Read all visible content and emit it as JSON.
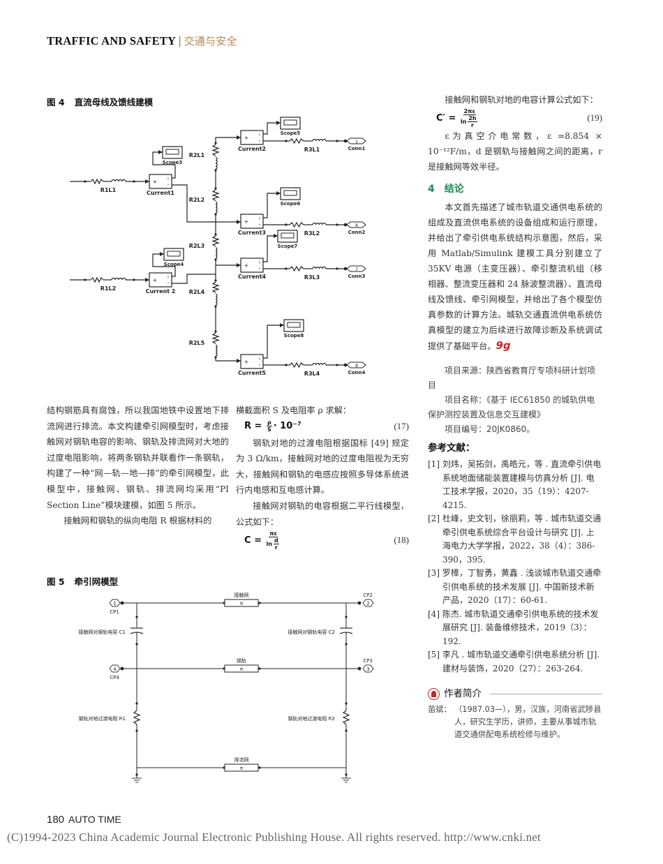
{
  "header": {
    "journal_en": "TRAFFIC AND SAFETY",
    "separator": "|",
    "journal_cn": "交通与安全"
  },
  "figure4": {
    "number": "图 4",
    "title": "直流母线及馈线建模",
    "labels": {
      "r1l1": "R1L1",
      "r1l2": "R1L2",
      "current1": "Current1",
      "current2": "Current2",
      "current3": "Current3",
      "current4": "Current4",
      "current5": "Current5",
      "current_2": "Current 2",
      "scope3": "Scope3",
      "scope4": "Scope4",
      "scope5": "Scope5",
      "scope6": "Scope6",
      "scope7": "Scope7",
      "scope8": "Scope8",
      "r2l1": "R2L1",
      "r2l2": "R2L2",
      "r2l3": "R2L3",
      "r2l4": "R2L4",
      "r2l5": "R2L5",
      "r3l1": "R3L1",
      "r3l2": "R3L2",
      "r3l3": "R3L3",
      "r3l4": "R3L4",
      "conn1": "Conn1",
      "conn2": "Conn2",
      "conn3": "Conn3",
      "conn4": "Conn4",
      "port1": "1",
      "port6": "6",
      "port7": "7",
      "port8": "8",
      "plus": "+",
      "minus": "-",
      "i": "i"
    }
  },
  "left_col": {
    "p1": "结构钢筋具有腐蚀，所以我国地铁中设置地下排流网进行排流。本文构建牵引网模型时，考虑接触网对钢轨电容的影响、钢轨及排流网对大地的过度电阻影响，将两条钢轨并联看作一条钢轨，构建了一种“网—轨—地—排”的牵引网模型，此模型中，接触网、钢轨、排流网均采用“PI Section Line”模块建模，如图 5 所示。",
    "p2": "接触网和钢轨的纵向电阻 R 根据材料的"
  },
  "mid_col": {
    "p1": "横截面积 S 及电阻率 ρ 求解：",
    "eq17": {
      "lhs": "R =",
      "num": "ρ",
      "den": "S",
      "rhs": "· 10⁻⁷",
      "no": "(17)"
    },
    "p2": "钢轨对地的过渡电阻根据国标 [49] 规定为 3 Ω/km，接触网对地的过度电阻视为无穷大，接触网和钢轨的电感应按照多导体系统进行内电感和互电感计算。",
    "p3": "接触网对钢轨的电容根据二平行线模型，公式如下：",
    "eq18": {
      "lhs": "C =",
      "num": "πε",
      "den": "ln",
      "den2_num": "d",
      "den2_den": "r",
      "no": "(18)"
    }
  },
  "right_col": {
    "p1": "接触网和钢轨对地的电容计算公式如下：",
    "eq19": {
      "lhs": "C′ =",
      "num": "2πε",
      "den": "ln",
      "den2_num": "2h",
      "den2_den": "r",
      "no": "(19)"
    },
    "p2": "ε为真空介电常数，ε =8.854 × 10⁻¹²F/m，d 是钢轨与接触网之间的距离，r 是接触网等效半径。",
    "section": {
      "number": "4",
      "title": "结论"
    },
    "conclusion": "本文首先描述了城市轨道交通供电系统的组成及直流供电系统的设备组成和运行原理，并给出了牵引供电系统结构示意图，然后，采用 Matlab/Simulink 建模工具分别建立了 35KV 电源（主变压器）、牵引整流机组（移相器、整流变压器和 24 脉波整流器）、直流母线及馈线、牵引网模型，并给出了各个模型仿真参数的计算方法。城轨交通直流供电系统仿真模型的建立为后续进行故障诊断及系统调试提供了基础平台。",
    "end_mark": "9g",
    "project_source": "项目来源：陕西省教育厅专项科研计划项目",
    "project_name": "项目名称：《基于 IEC61850 的城轨供电保护测控装置及信息交互建模》",
    "project_no": "项目编号：20JK0860。",
    "refs_title": "参考文献：",
    "refs": [
      "[1] 刘炜，吴拓剑，禹皓元，等 . 直流牵引供电系统地面储能装置建模与仿真分析 [J]. 电工技术学报，2020，35（19）：4207-4215.",
      "[2] 杜峰，史文钊，徐丽莉，等 . 城市轨道交通牵引供电系统综合平台设计与研究 [J]. 上海电力大学学报，2022，38（4）：386-390，395.",
      "[3] 罗樟，丁智勇，黄鑫 . 浅谈城市轨道交通牵引供电系统的技术发展 [J]. 中国新技术新产品，2020（17）：60-61.",
      "[4] 陈杰. 城市轨道交通牵引供电系统的技术发展研究 [J]. 装备维修技术，2019（3）：192.",
      "[5] 李凡 . 城市轨道交通牵引供电系统分析 [J]. 建材与装饰，2020（27）：263-264."
    ],
    "author_title": "作者简介",
    "author_name": "苗斌：",
    "author_bio": "（1987.03—），男，汉族，河南省武陟县人，研究生学历，讲师，主要从事城市轨道交通供配电系统检修与维护。"
  },
  "figure5": {
    "number": "图 5",
    "title": "牵引网模型",
    "labels": {
      "catenary": "接触网",
      "rail": "钢轨",
      "drain": "排流网",
      "c1": "接触网对钢轨电容 C1",
      "c2": "接触网对钢轨电容 C2",
      "r1": "钢轨对地过渡电阻 R1",
      "r2": "钢轨对地过渡电阻 R2",
      "cp1": "CP1",
      "cp2": "CP2",
      "cp3": "CP3",
      "cp4": "CP4",
      "p1": "1",
      "p2": "2",
      "p3": "3",
      "p4": "4",
      "pi": "π"
    }
  },
  "footer": {
    "page": "180",
    "magazine": "AUTO TIME"
  },
  "copyright": "(C)1994-2023 China Academic Journal Electronic Publishing House. All rights reserved.    http://www.cnki.net",
  "colors": {
    "accent_green": "#1f8a50",
    "header_brown": "#b8864b",
    "author_red": "#c0282d"
  }
}
